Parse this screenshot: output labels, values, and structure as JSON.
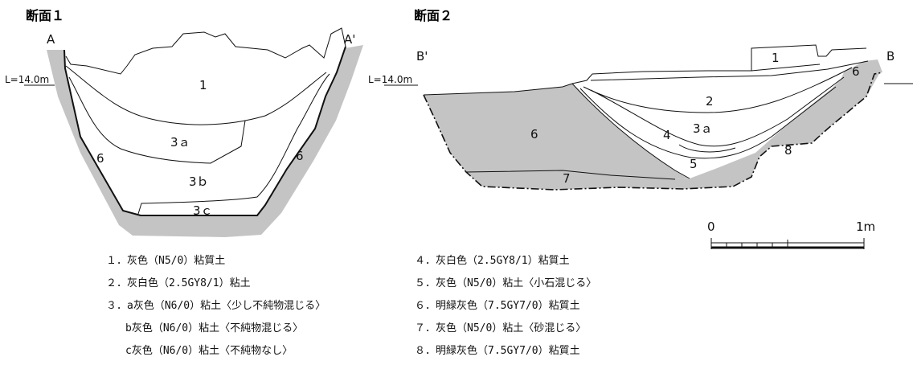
{
  "section1": {
    "title": "断面１",
    "point_left": "A",
    "point_right": "A'",
    "level_label": "L=14.0m",
    "layers": [
      "1",
      "3ａ",
      "3ｂ",
      "3ｃ",
      "6",
      "6"
    ]
  },
  "section2": {
    "title": "断面２",
    "point_left": "B'",
    "point_right": "B",
    "level_label": "L=14.0m",
    "layers": [
      "1",
      "2",
      "3ａ",
      "4",
      "5",
      "6",
      "6",
      "7",
      "8"
    ]
  },
  "scale": {
    "start": "0",
    "end": "1m"
  },
  "legend_left": [
    "１．灰色（N5/0）粘質土",
    "２．灰白色（2.5GY8/1）粘土",
    "３．a灰色（N6/0）粘土〈少し不純物混じる〉",
    "b灰色（N6/0）粘土〈不純物混じる〉",
    "c灰色（N6/0）粘土〈不純物なし〉"
  ],
  "legend_right": [
    "４．灰白色（2.5GY8/1）粘質土",
    "５．灰色（N5/0）粘土〈小石混じる〉",
    "６．明緑灰色（7.5GY7/0）粘質土",
    "７．灰色（N5/0）粘土〈砂混じる〉",
    "８．明緑灰色（7.5GY7/0）粘質土"
  ],
  "colors": {
    "shade": "#c4c4c4",
    "line": "#111111"
  }
}
